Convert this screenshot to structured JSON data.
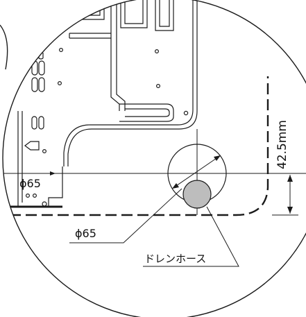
{
  "labels": {
    "dim_vertical": "42.5mm",
    "hole_left": "ϕ65",
    "hole_callout": "ϕ65",
    "drain_hose": "ドレンホース"
  },
  "colors": {
    "line": "#1a1a1a",
    "hose_fill": "#bdbdbd",
    "background": "#ffffff"
  }
}
